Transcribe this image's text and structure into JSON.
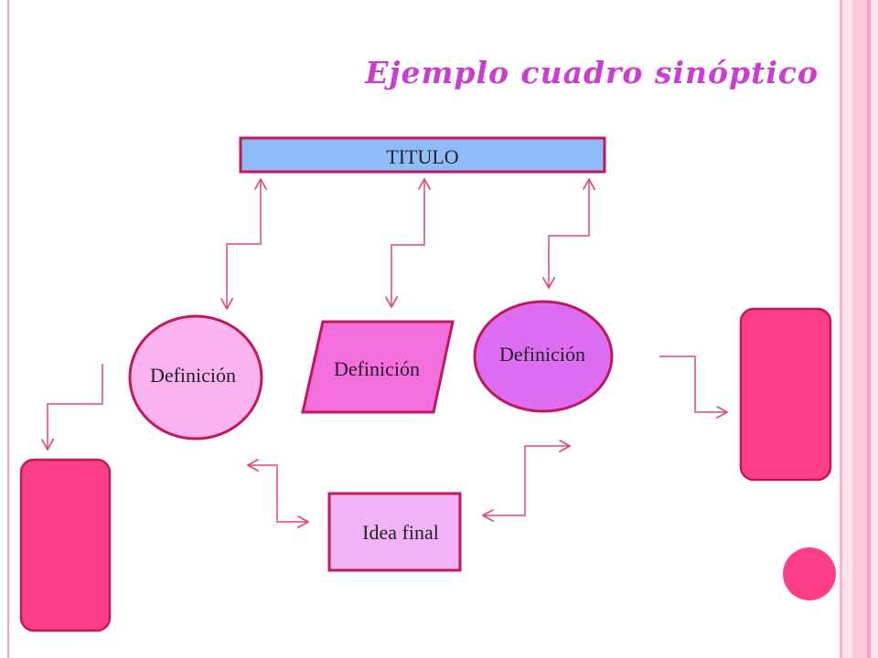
{
  "slide_title": "Ejemplo cuadro sinóptico",
  "diagram": {
    "titulo": "TITULO",
    "def1": "Definición",
    "def2": "Definición",
    "def3": "Definición",
    "idea": "Idea final"
  },
  "colors": {
    "title": "#c93dd0",
    "titulo_fill": "#8ebcf8",
    "border": "#c2185b",
    "def1_fill": "#fbb3f0",
    "def2_fill": "#f46ede",
    "def3_fill": "#dd6ef2",
    "idea_fill": "#f1b3f6",
    "block_fill": "#ff3f87",
    "arrow": "#e0467a"
  }
}
